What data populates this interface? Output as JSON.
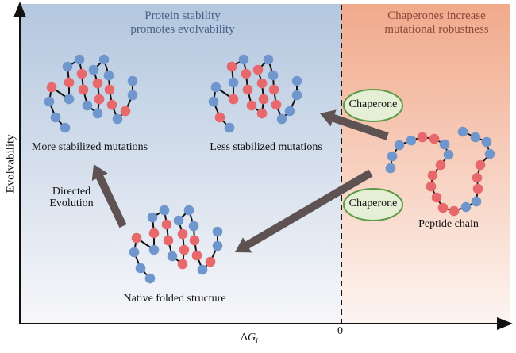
{
  "figure": {
    "regions": {
      "left": {
        "title_line1": "Protein stability",
        "title_line2": "promotes evolvability",
        "color_top": "#b3c7df",
        "color_bottom": "#f7f7fa"
      },
      "right": {
        "title_line1": "Chaperones increase",
        "title_line2": "mutational robustness",
        "color_top": "#f1a98b",
        "color_bottom": "#fdf5f1"
      }
    },
    "axes": {
      "y_label": "Evolvability",
      "x_label_prefix": "Δ",
      "x_label_var": "G",
      "x_label_sub": "f",
      "x_zero_label": "0"
    },
    "structures": {
      "more_stabilized": {
        "label": "More stabilized mutations"
      },
      "less_stabilized": {
        "label": "Less stabilized mutations"
      },
      "native": {
        "label": "Native folded structure"
      },
      "peptide": {
        "label": "Peptide chain"
      }
    },
    "annotations": {
      "directed_evolution_line1": "Directed",
      "directed_evolution_line2": "Evolution",
      "chaperone_top": "Chaperone",
      "chaperone_bottom": "Chaperone"
    },
    "colors": {
      "bead_blue": "#6f97cd",
      "bead_red": "#e8696c",
      "arrow": "#5e5352",
      "chaperone_fill": "#e4efd6",
      "chaperone_stroke": "#5c9a45"
    }
  }
}
